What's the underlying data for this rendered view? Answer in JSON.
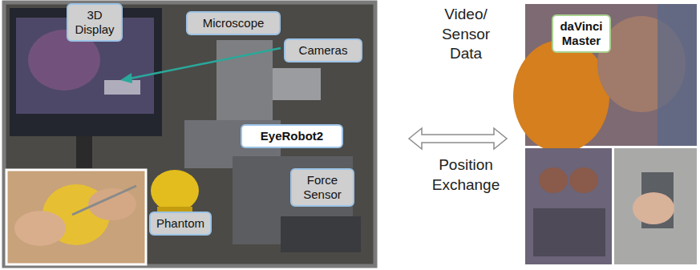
{
  "diagram": {
    "nodes": [
      {
        "text": [
          "3D Display"
        ]
      },
      {
        "text": [
          "Microscope"
        ]
      },
      {
        "text": [
          "Cameras"
        ]
      },
      {
        "text": [
          "EyeRobot2"
        ]
      },
      {
        "text": [
          "Force Sensor"
        ]
      },
      {
        "text": [
          "Phantom"
        ]
      },
      {
        "text": [
          "daVinci Master"
        ]
      }
    ],
    "labels": [
      "Video/ Sensor Data",
      "Position Exchange"
    ]
  }
}
